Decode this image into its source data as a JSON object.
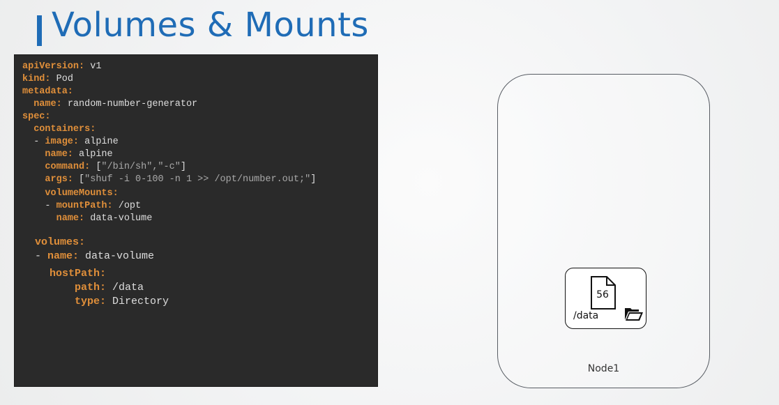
{
  "slide": {
    "title": "Volumes & Mounts"
  },
  "code": {
    "l1_key": "apiVersion:",
    "l1_val": " v1",
    "l2_key": "kind:",
    "l2_val": " Pod",
    "l3_key": "metadata:",
    "l4_indent": "  ",
    "l4_key": "name:",
    "l4_val": " random-number-generator",
    "l5_key": "spec:",
    "l6_indent": "  ",
    "l6_key": "containers:",
    "l7_indent": "  - ",
    "l7_key": "image:",
    "l7_val": " alpine",
    "l8_indent": "    ",
    "l8_key": "name:",
    "l8_val": " alpine",
    "l9_indent": "    ",
    "l9_key": "command:",
    "l9_pre": " [",
    "l9_str": "\"/bin/sh\",\"-c\"",
    "l9_post": "]",
    "l10_indent": "    ",
    "l10_key": "args:",
    "l10_pre": " [",
    "l10_str": "\"shuf -i 0-100 -n 1 >> /opt/number.out;\"",
    "l10_post": "]",
    "l11_indent": "    ",
    "l11_key": "volumeMounts:",
    "l12_indent": "    - ",
    "l12_key": "mountPath:",
    "l12_val": " /opt",
    "l13_indent": "      ",
    "l13_key": "name:",
    "l13_val": " data-volume",
    "l14_indent": "  ",
    "l14_key": "volumes:",
    "l15_indent": "  - ",
    "l15_key": "name:",
    "l15_val": " data-volume",
    "l16_indent": "    ",
    "l16_key": "hostPath:",
    "l17_indent": "        ",
    "l17_key": "path:",
    "l17_val": " /data",
    "l18_indent": "        ",
    "l18_key": "type:",
    "l18_val": " Directory"
  },
  "diagram": {
    "node_label": "Node1",
    "host_path": "/data",
    "file_value": "56",
    "file_icon": "document-icon",
    "folder_icon": "open-folder-icon"
  },
  "colors": {
    "title": "#1f6cb6",
    "code_background": "#2a2a2a",
    "yaml_key": "#e08f3a",
    "yaml_value": "#dedede",
    "yaml_string": "#a9a9a9",
    "node_border": "#575c63"
  }
}
